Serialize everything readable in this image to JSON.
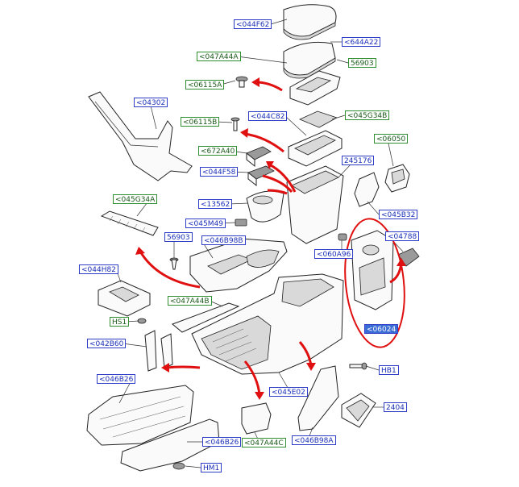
{
  "colors": {
    "label_blue": "#2e3cc8",
    "label_green": "#2f8f2f",
    "arrow_red": "#e01010",
    "selected": "#3a6cd6"
  },
  "labels": {
    "l044F62": "<044F62",
    "l644A22": "<644A22",
    "l047A44A_top": "<047A44A",
    "l56903_top": "56903",
    "l06115A": "<06115A",
    "l04302": "<04302",
    "l06115B": "<06115B",
    "l044C82": "<044C82",
    "l045G34B": "<045G34B",
    "l06050": "<06050",
    "l672A40": "<672A40",
    "l245176": "245176",
    "l044F58": "<044F58",
    "l045G34A": "<045G34A",
    "l13562": "<13562",
    "l045B32": "<045B32",
    "l045M49": "<045M49",
    "l04788": "<04788",
    "l56903_mid": "56903",
    "l046B98B": "<046B98B",
    "l060A96": "<060A96",
    "l044H82": "<044H82",
    "l047A44B": "<047A44B",
    "l06024": "<06024",
    "lHS1": "HS1",
    "l042B60": "<042B60",
    "lHB1": "HB1",
    "l046B26_left": "<046B26",
    "l045E02": "<045E02",
    "l2404": "2404",
    "l046B26_bottom": "<046B26",
    "l047A44C": "<047A44C",
    "l046B98A": "<046B98A",
    "lHM1": "HM1"
  }
}
